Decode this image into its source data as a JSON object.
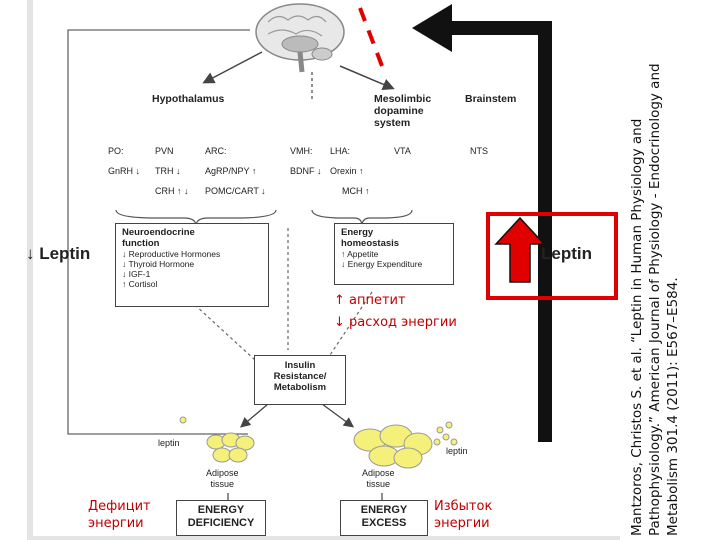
{
  "brain": {
    "icon": "brain-icon",
    "hypothalamus": "Hypothalamus",
    "mesolimbic": [
      "Mesolimbic",
      "dopamine",
      "system"
    ],
    "brainstem": "Brainstem"
  },
  "nuclei": {
    "po": "PO:",
    "pvn": "PVN",
    "arc": "ARC:",
    "vmh": "VMH:",
    "lha": "LHA:",
    "vta": "VTA",
    "nts": "NTS",
    "gnrh": "GnRH ↓",
    "trh": "TRH ↓",
    "agrp": "AgRP/NPY ↑",
    "bdnf": "BDNF ↓",
    "orexin": "Orexin ↑",
    "crh": "CRH ↑ ↓",
    "pomc": "POMC/CART ↓",
    "mch": "MCH ↑"
  },
  "neuroendocrine_box": {
    "title": [
      "Neuroendocrine",
      "function"
    ],
    "items": [
      "↓ Reproductive Hormones",
      "↓ Thyroid Hormone",
      "↓ IGF-1",
      "↑ Cortisol"
    ]
  },
  "energy_box": {
    "title": [
      "Energy",
      "homeostasis"
    ],
    "items": [
      "↑ Appetite",
      "↓ Energy Expenditure"
    ]
  },
  "left_leptin": "↓ Leptin",
  "right_leptin": "Leptin",
  "russian_appetite": "↑ аппетит",
  "russian_expenditure": "↓ расход энергии",
  "insulin_box": [
    "Insulin",
    "Resistance/",
    "Metabolism"
  ],
  "leptin_left_label": "leptin",
  "leptin_right_label": "leptin",
  "adipose_left": [
    "Adipose",
    "tissue"
  ],
  "adipose_right": [
    "Adipose",
    "tissue"
  ],
  "deficiency_label": [
    "Дефицит",
    "энергии"
  ],
  "excess_label": [
    "Избыток",
    "энергии"
  ],
  "deficiency_box": [
    "ENERGY",
    "DEFICIENCY"
  ],
  "excess_box": [
    "ENERGY",
    "EXCESS"
  ],
  "citation": "Mantzoros, Christos S. et al. “Leptin in Human Physiology and Pathophysiology.” American Journal of Physiology - Endocrinology and Metabolism 301.4 (2011): E567–E584.",
  "colors": {
    "red": "#e00000",
    "black": "#111111",
    "russian": "#c00000"
  }
}
